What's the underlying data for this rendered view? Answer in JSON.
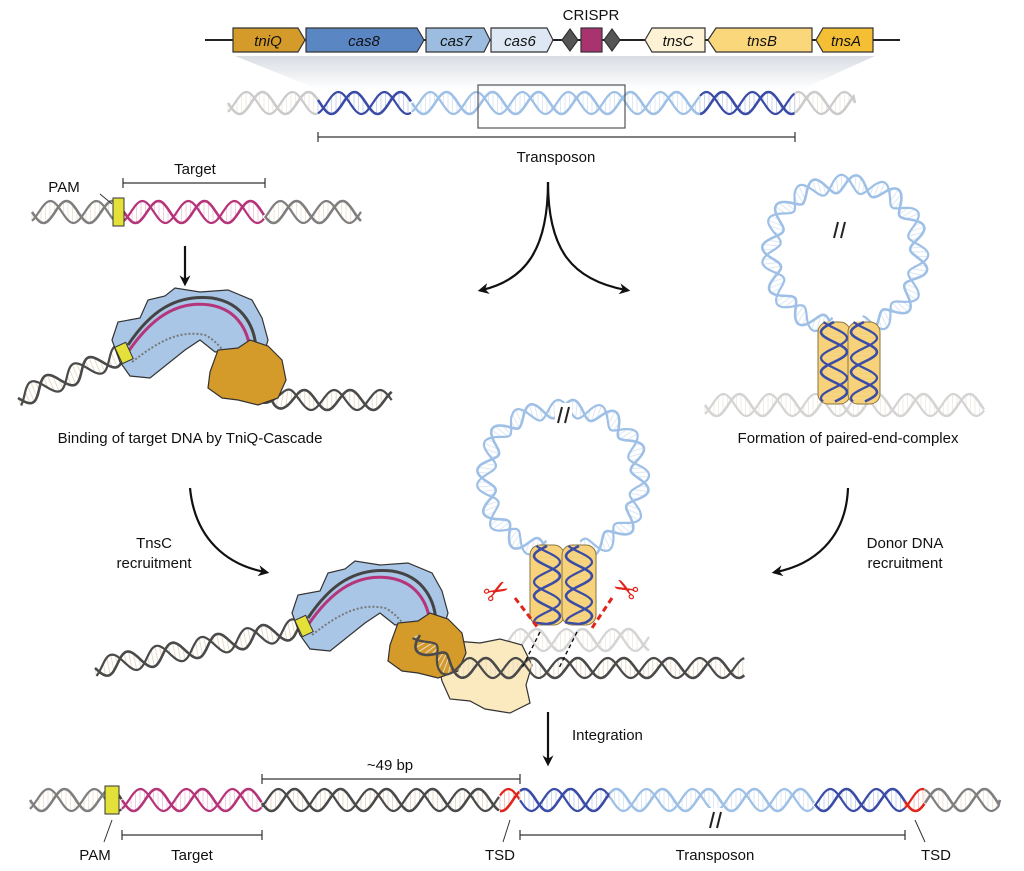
{
  "gene_cassette": {
    "genes": [
      {
        "name": "tniQ",
        "color": "#d49a2a"
      },
      {
        "name": "cas8",
        "color": "#5b86c4"
      },
      {
        "name": "cas7",
        "color": "#9cbde0"
      },
      {
        "name": "cas6",
        "color": "#dde8f4"
      },
      {
        "name": "tnsC",
        "color": "#fdf2d4"
      },
      {
        "name": "tnsB",
        "color": "#fbd77c"
      },
      {
        "name": "tnsA",
        "color": "#f5bf35"
      }
    ],
    "crispr_label": "CRISPR",
    "crispr_color": "#a8336e",
    "repeat_color": "#555555"
  },
  "transposon_label": "Transposon",
  "target_panel": {
    "pam_label": "PAM",
    "target_label": "Target"
  },
  "captions": {
    "binding": "Binding of target DNA by TniQ-Cascade",
    "paired_end": "Formation of paired-end-complex"
  },
  "steps": {
    "tnsc_line1": "TnsC",
    "tnsc_line2": "recruitment",
    "donor_line1": "Donor DNA",
    "donor_line2": "recruitment",
    "integration": "Integration"
  },
  "product": {
    "spacing_label": "~49 bp",
    "pam": "PAM",
    "target": "Target",
    "tsd_left": "TSD",
    "transposon": "Transposon",
    "tsd_right": "TSD"
  },
  "colors": {
    "dna_gray": "#4a4a4a",
    "target_pink": "#b5347a",
    "transposon_dark_blue": "#3a4ca6",
    "transposon_light_blue": "#9fc0e6",
    "pam_yellow": "#e3e03a",
    "tsd_red": "#e0241b",
    "cascade_blue": "#a9c6e6",
    "tniq_orange": "#d49a2a",
    "tnsc_cream": "#fbe9bf",
    "tnsab_yellow": "#f7d27a",
    "scissors_red": "#e0241b"
  }
}
